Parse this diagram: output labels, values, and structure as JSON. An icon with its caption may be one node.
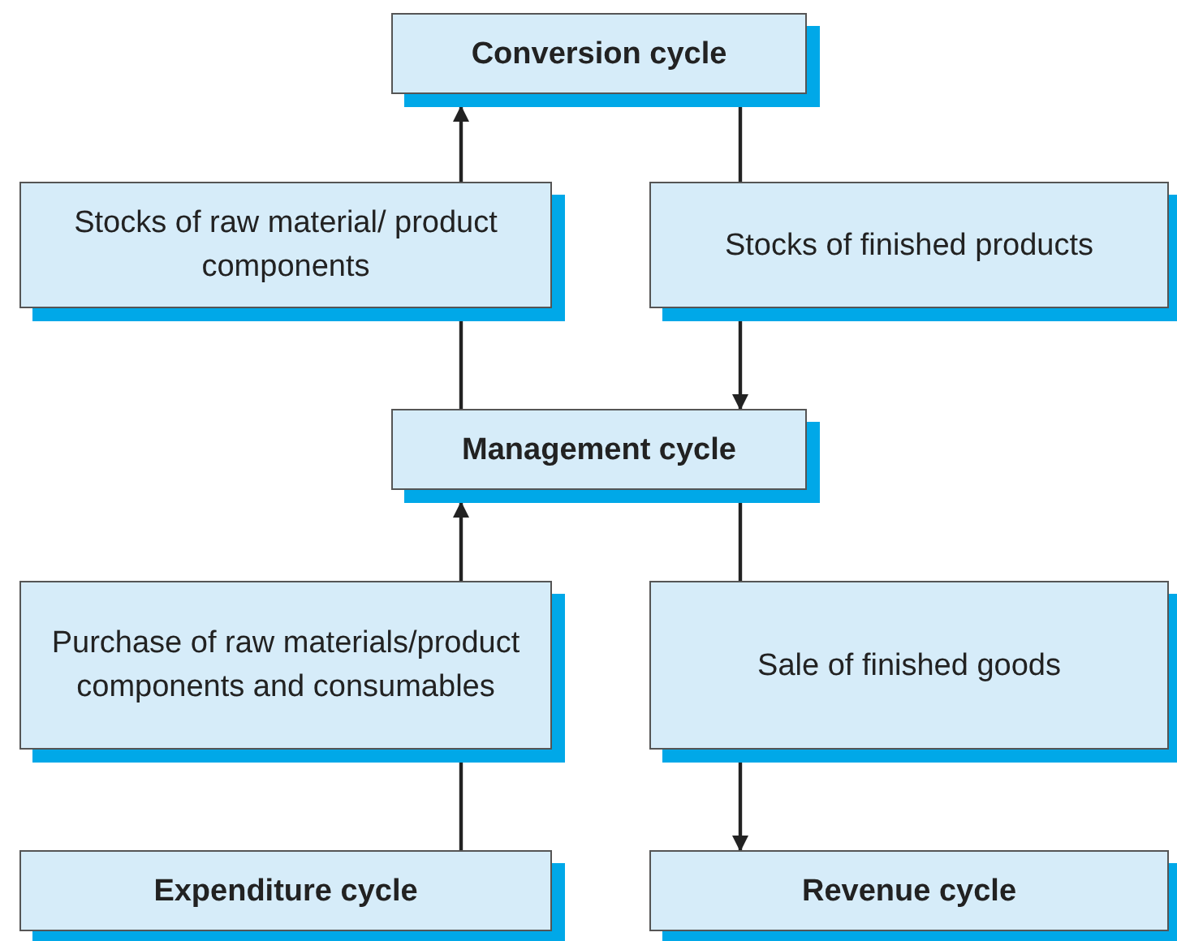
{
  "diagram": {
    "nodes": [
      {
        "text": [
          "Conversion cycle"
        ]
      },
      {
        "text": [
          "Stocks of raw material/ product components"
        ]
      },
      {
        "text": [
          "Stocks of finished products"
        ]
      },
      {
        "text": [
          "Management cycle"
        ]
      },
      {
        "text": [
          "Purchase of raw materials/product components and consumables"
        ]
      },
      {
        "text": [
          "Sale of finished goods"
        ]
      },
      {
        "text": [
          "Expenditure cycle"
        ]
      },
      {
        "text": [
          "Revenue cycle"
        ]
      }
    ],
    "edges": [
      {
        "from": 3,
        "to": 1,
        "arrow": "none"
      },
      {
        "from": 1,
        "to": 0,
        "arrow": "to"
      },
      {
        "from": 0,
        "to": 2,
        "arrow": "none"
      },
      {
        "from": 2,
        "to": 3,
        "arrow": "to"
      },
      {
        "from": 6,
        "to": 4,
        "arrow": "none"
      },
      {
        "from": 4,
        "to": 3,
        "arrow": "to"
      },
      {
        "from": 3,
        "to": 5,
        "arrow": "none"
      },
      {
        "from": 5,
        "to": 7,
        "arrow": "to"
      }
    ]
  }
}
